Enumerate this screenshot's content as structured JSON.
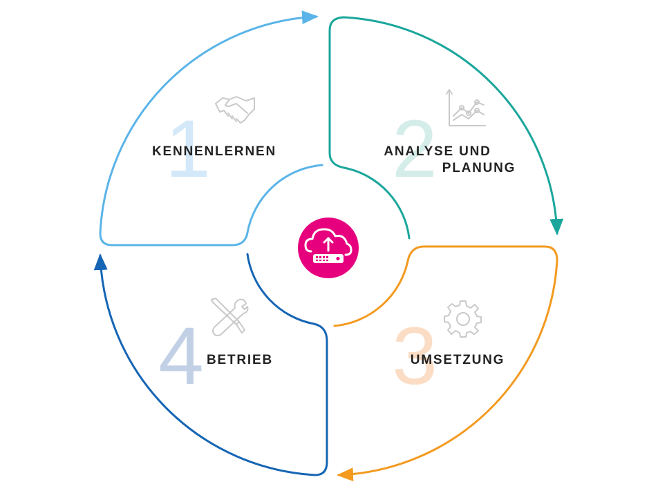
{
  "colors": {
    "phase1": "#5ab4e8",
    "phase2": "#1aa69b",
    "phase3": "#f39a1f",
    "phase4": "#1565b4",
    "center_badge": "#e6007e",
    "number1": "#d3e8f8",
    "number2": "#d4ede9",
    "number3": "#fbdcc4",
    "number4": "#c2d0e6",
    "icons": "#c9c9c9"
  },
  "phases": [
    {
      "number": "1",
      "label": "KENNENLERNEN",
      "icon": "handshake-icon"
    },
    {
      "number": "2",
      "label_lines": [
        "ANALYSE UND",
        "PLANUNG"
      ],
      "icon": "line-chart-icon"
    },
    {
      "number": "3",
      "label": "UMSETZUNG",
      "icon": "gear-icon"
    },
    {
      "number": "4",
      "label": "BETRIEB",
      "icon": "wrench-screwdriver-icon"
    }
  ],
  "center": {
    "icon": "cloud-upload-server-icon"
  }
}
